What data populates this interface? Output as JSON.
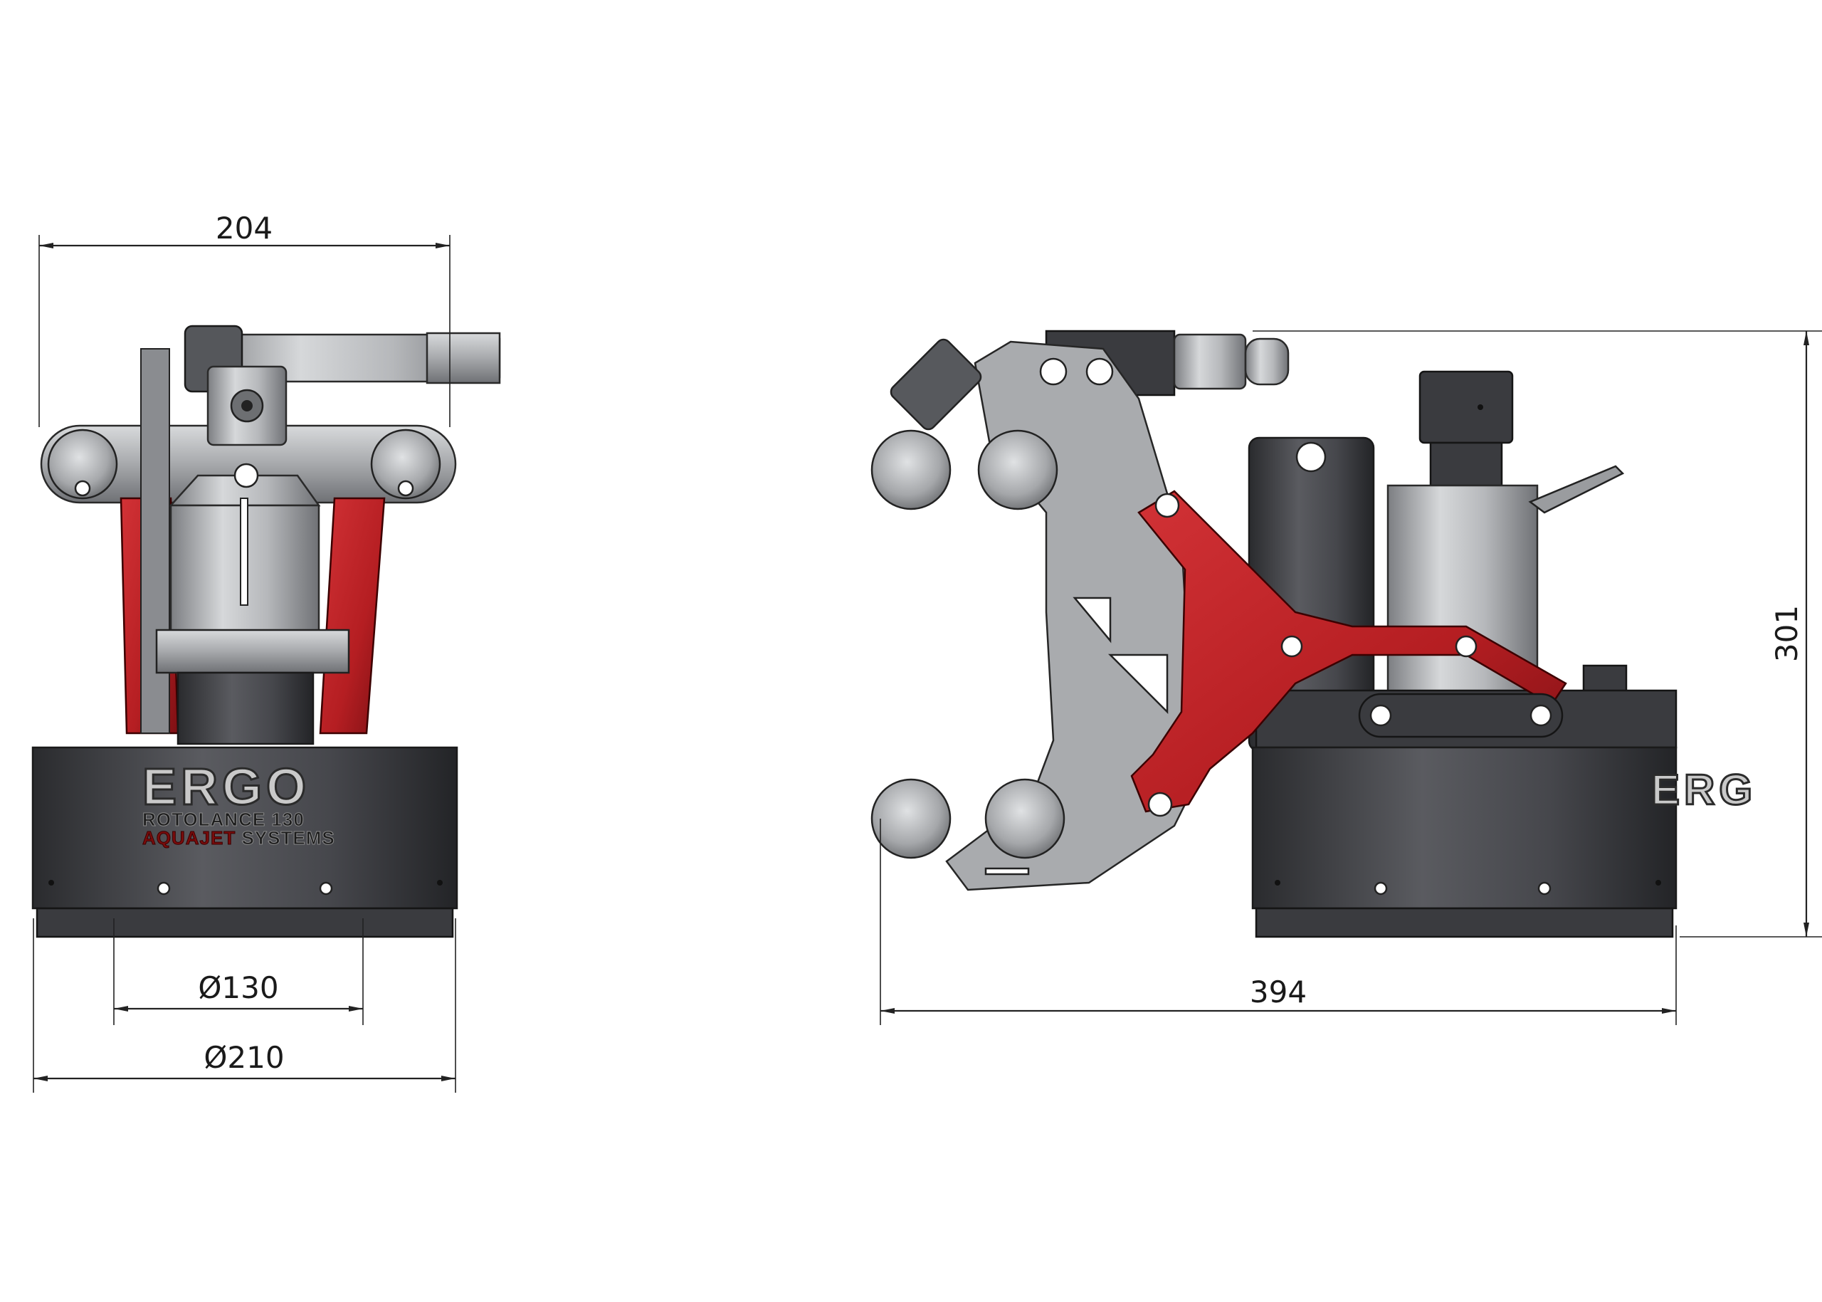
{
  "dimensions": {
    "width_front": "204",
    "inner_diameter": "Ø130",
    "outer_diameter": "Ø210",
    "length_side": "394",
    "height_side": "301"
  },
  "branding": {
    "brand": "ERGO",
    "model": "ROTOLANCE 130",
    "maker_red": "AQUAJET",
    "maker_rest": "SYSTEMS",
    "side_partial": "ERG"
  },
  "colors": {
    "frame_red": "#b51e22",
    "housing_dark": "#3e3f44",
    "steel": "#b8babd",
    "plate_grey": "#a9abae"
  }
}
